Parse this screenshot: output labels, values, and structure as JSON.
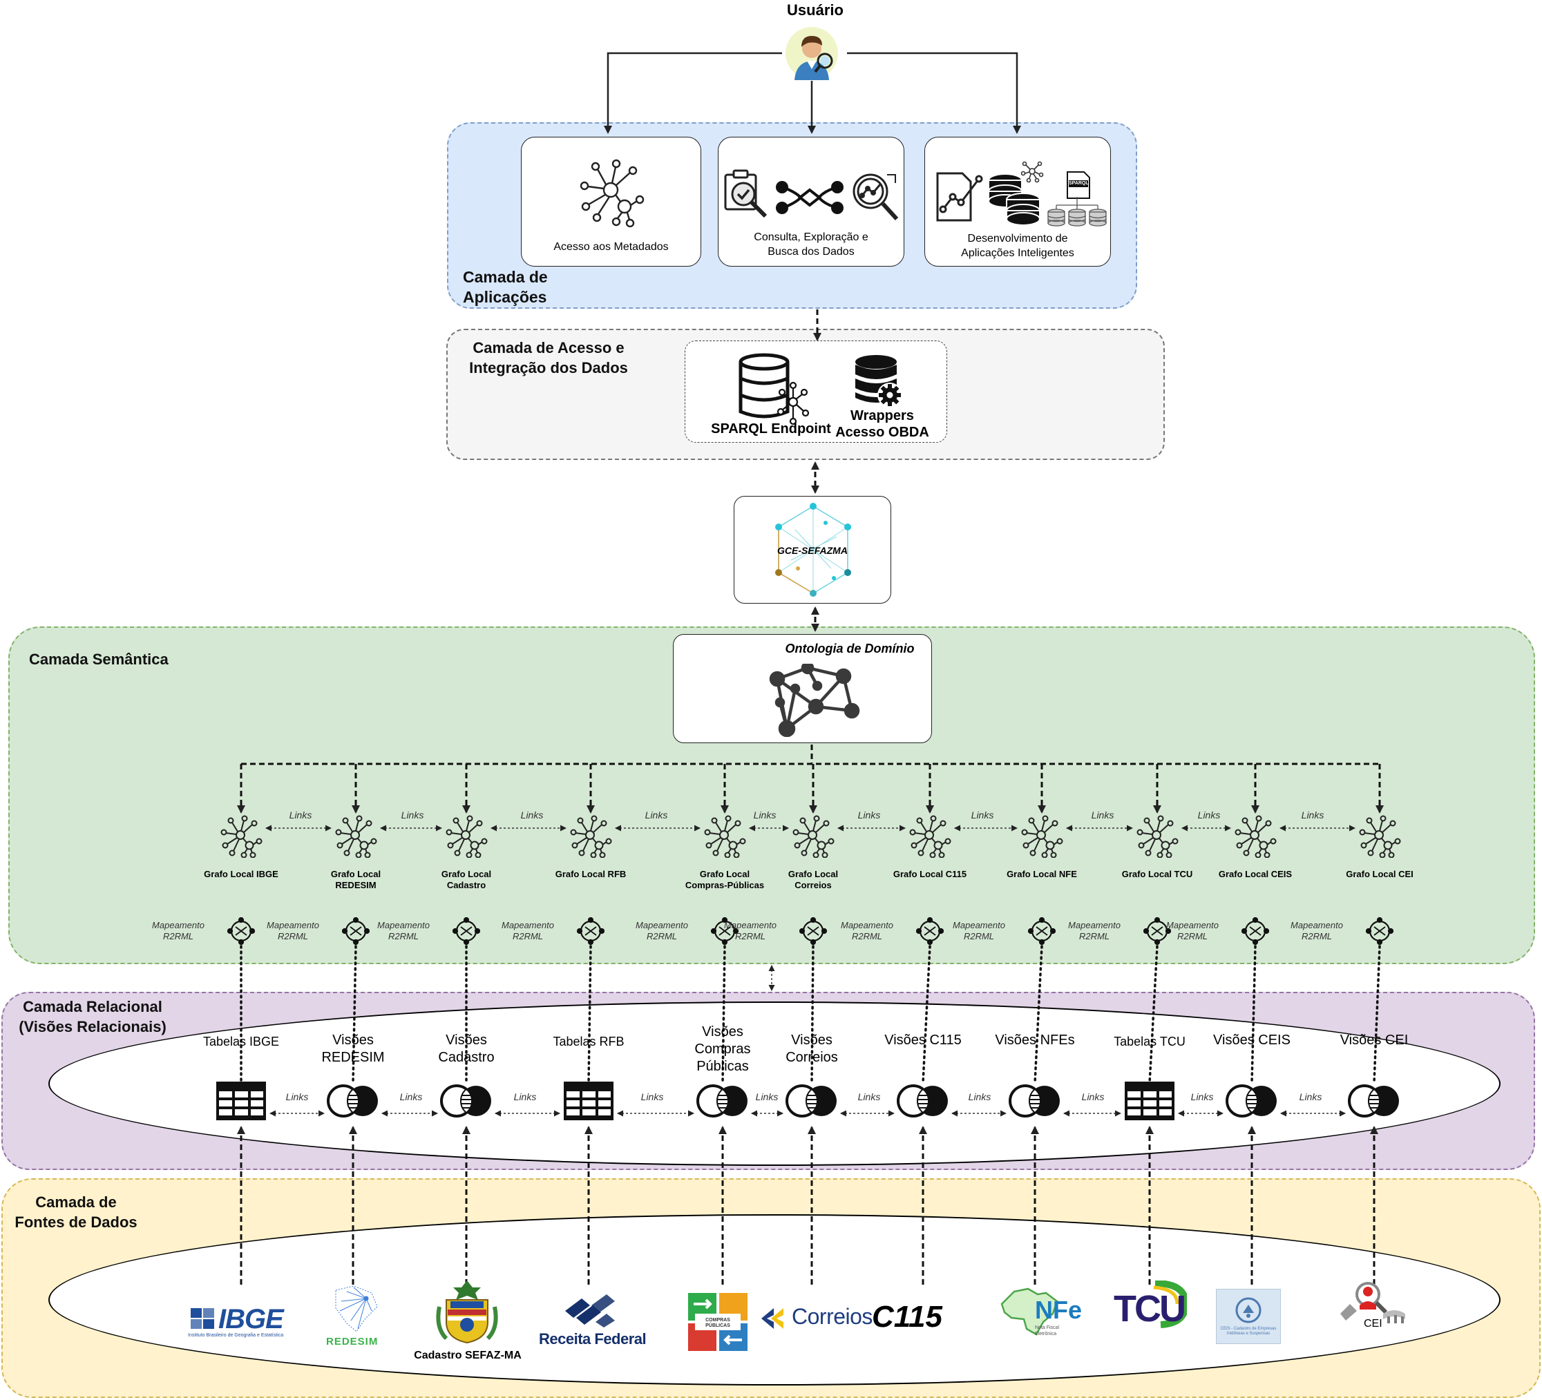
{
  "user": {
    "label": "Usuário"
  },
  "application_layer": {
    "title": "Camada de Aplicações",
    "boxes": [
      {
        "label": "Acesso aos Metadados"
      },
      {
        "label": "Consulta, Exploração e Busca dos Dados"
      },
      {
        "label": "Desenvolvimento de Aplicações Inteligentes",
        "sparql_tag": "SPARQL"
      }
    ]
  },
  "access_layer": {
    "title": "Camada de Acesso e Integração dos Dados",
    "sparql_endpoint": "SPARQL Endpoint",
    "wrappers": "Wrappers Acesso OBDA"
  },
  "gce": {
    "label": "GCE-SEFAZMA"
  },
  "semantic_layer": {
    "title": "Camada Semântica",
    "ontology": "Ontologia de Domínio",
    "links_label": "Links",
    "mapping_label": "Mapeamento R2RML",
    "local_graphs": [
      "Grafo Local IBGE",
      "Grafo Local REDESIM",
      "Grafo Local Cadastro",
      "Grafo Local RFB",
      "Grafo Local Compras-Públicas",
      "Grafo Local Correios",
      "Grafo Local C115",
      "Grafo Local NFE",
      "Grafo Local TCU",
      "Grafo Local CEIS",
      "Grafo Local CEI"
    ]
  },
  "relational_layer": {
    "title": "Camada Relacional (Visões Relacionais)",
    "links_label": "Links",
    "views": [
      {
        "label": "Tabelas IBGE",
        "kind": "table"
      },
      {
        "label": "Visões REDESIM",
        "kind": "view"
      },
      {
        "label": "Visões Cadastro",
        "kind": "view"
      },
      {
        "label": "Tabelas RFB",
        "kind": "table"
      },
      {
        "label": "Visões Compras Públicas",
        "kind": "view"
      },
      {
        "label": "Visões Correios",
        "kind": "view"
      },
      {
        "label": "Visões C115",
        "kind": "view"
      },
      {
        "label": "Visões NFEs",
        "kind": "view"
      },
      {
        "label": "Tabelas TCU",
        "kind": "table"
      },
      {
        "label": "Visões CEIS",
        "kind": "view"
      },
      {
        "label": "Visões CEI",
        "kind": "view"
      }
    ]
  },
  "sources_layer": {
    "title": "Camada de Fontes de Dados",
    "logos": {
      "ibge": "IBGE",
      "ibge_sub": "Instituto Brasileiro de Geografia e Estatística",
      "redesim": "REDESIM",
      "cadastro": "Cadastro SEFAZ-MA",
      "receita": "Receita Federal",
      "compras": "COMPRAS PÚBLICAS",
      "correios": "Correios",
      "c115": "C115",
      "nfe": "NFe",
      "nfe_sub": "Nota Fiscal Eletrônica",
      "tcu": "TCU",
      "ceis": "CEIS - Cadastro de Empresas Inidôneas e Suspensas",
      "cei": "CEI"
    }
  },
  "colors": {
    "application_layer": "#dae8fc",
    "access_layer": "#f5f5f5",
    "semantic_layer": "#d5e8d4",
    "relational_layer": "#e1d5e7",
    "sources_layer": "#fff2cc"
  }
}
